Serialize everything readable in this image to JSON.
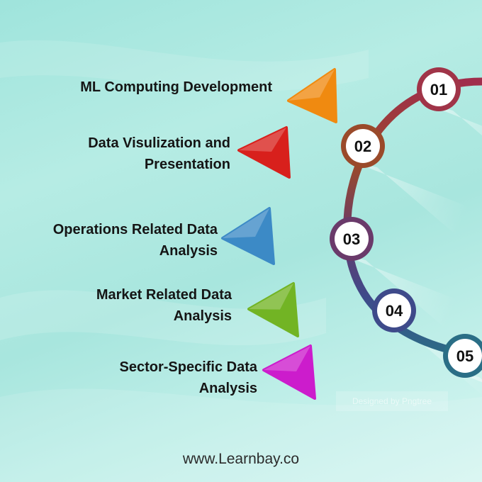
{
  "steps": [
    {
      "number": "01",
      "lines": [
        "ML Computing Development"
      ],
      "triangle_color": "#f08a10",
      "ring_color": "#a03448"
    },
    {
      "number": "02",
      "lines": [
        "Data Visulization and",
        "Presentation"
      ],
      "triangle_color": "#d8201c",
      "ring_color": "#9a4a2a"
    },
    {
      "number": "03",
      "lines": [
        "Operations Related Data",
        "Analysis"
      ],
      "triangle_color": "#3c8ac6",
      "ring_color": "#6a3a6a"
    },
    {
      "number": "04",
      "lines": [
        "Market Related Data",
        "Analysis"
      ],
      "triangle_color": "#72b424",
      "ring_color": "#3e4a8a"
    },
    {
      "number": "05",
      "lines": [
        "Sector-Specific Data",
        "Analysis"
      ],
      "triangle_color": "#cc1ccc",
      "ring_color": "#2a6e86"
    }
  ],
  "footer": {
    "website": "www.Learnbay.co"
  },
  "watermark": {
    "text": "Designed by Pngtree"
  }
}
